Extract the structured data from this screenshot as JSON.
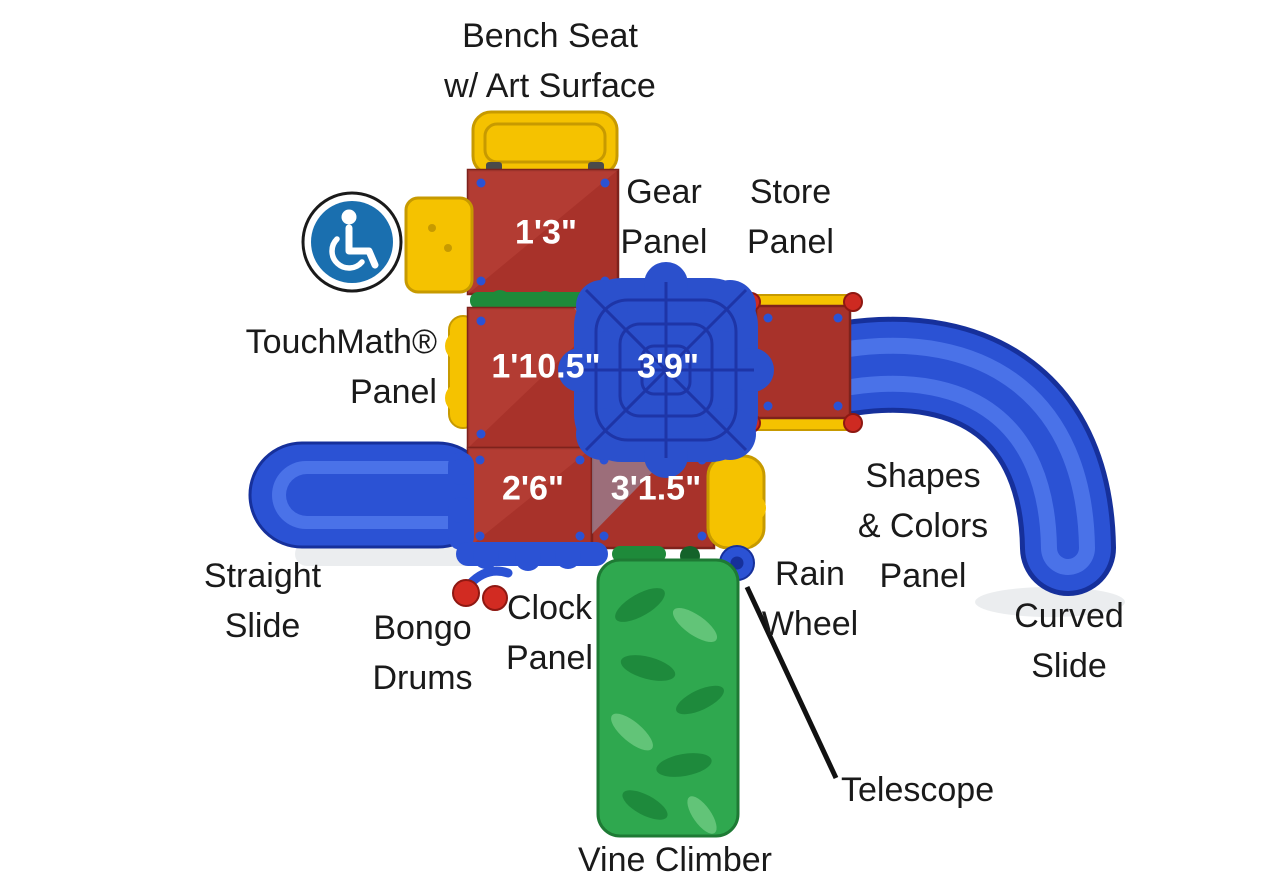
{
  "diagram": {
    "type": "playground-top-view",
    "labels": {
      "bench_seat": "Bench Seat\nw/ Art Surface",
      "gear_panel": "Gear\nPanel",
      "store_panel": "Store\nPanel",
      "touchmath_panel": "TouchMath®\nPanel",
      "straight_slide": "Straight\nSlide",
      "bongo_drums": "Bongo\nDrums",
      "clock_panel": "Clock\nPanel",
      "vine_climber": "Vine Climber",
      "rain_wheel": "Rain\nWheel",
      "telescope": "Telescope",
      "shapes_colors_panel": "Shapes\n& Colors\nPanel",
      "curved_slide": "Curved\nSlide"
    },
    "deck_heights": {
      "upper": "1'3\"",
      "middle": "1'10.5\"",
      "web": "3'9\"",
      "lower_left": "2'6\"",
      "lower_right": "3'1.5\""
    },
    "icons": {
      "accessible": "wheelchair-accessible"
    },
    "colors": {
      "deck_red": "#A8322A",
      "panel_yellow": "#F5C200",
      "slide_blue": "#2B52D4",
      "climber_green": "#2FA84F",
      "rail_green": "#1E8A3A",
      "icon_blue": "#1A6FAF",
      "text": "#1A1A1A",
      "background": "#FFFFFF"
    }
  }
}
